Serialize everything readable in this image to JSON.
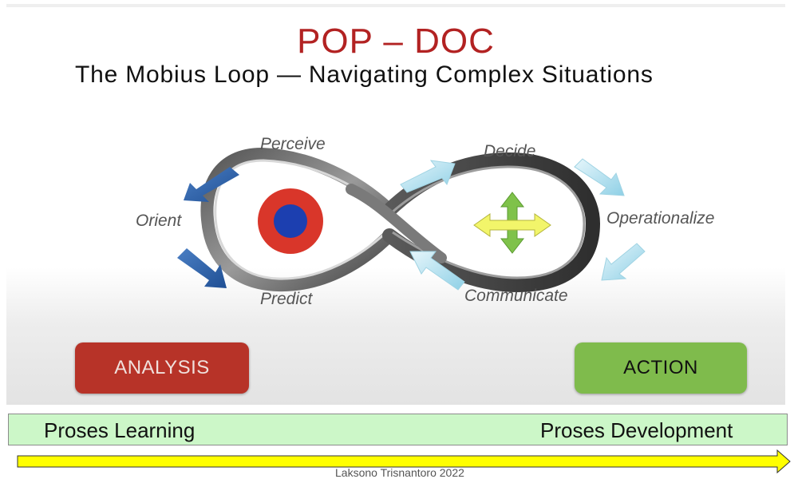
{
  "slide": {
    "title": "POP – DOC",
    "subtitle": "The Mobius Loop — Navigating Complex Situations"
  },
  "loop_labels": {
    "perceive": "Perceive",
    "orient": "Orient",
    "predict": "Predict",
    "decide": "Decide",
    "operationalize": "Operationalize",
    "communicate": "Communicate"
  },
  "buttons": {
    "analysis": "ANALYSIS",
    "action": "ACTION"
  },
  "band": {
    "left": "Proses Learning",
    "right": "Proses Development"
  },
  "credit": "Laksono Trisnantoro 2022",
  "colors": {
    "title": "#b22222",
    "analysis": "#b73328",
    "action": "#7fbb4c",
    "band": "#ccf7c8",
    "timeline_arrow": "#ffff00"
  }
}
